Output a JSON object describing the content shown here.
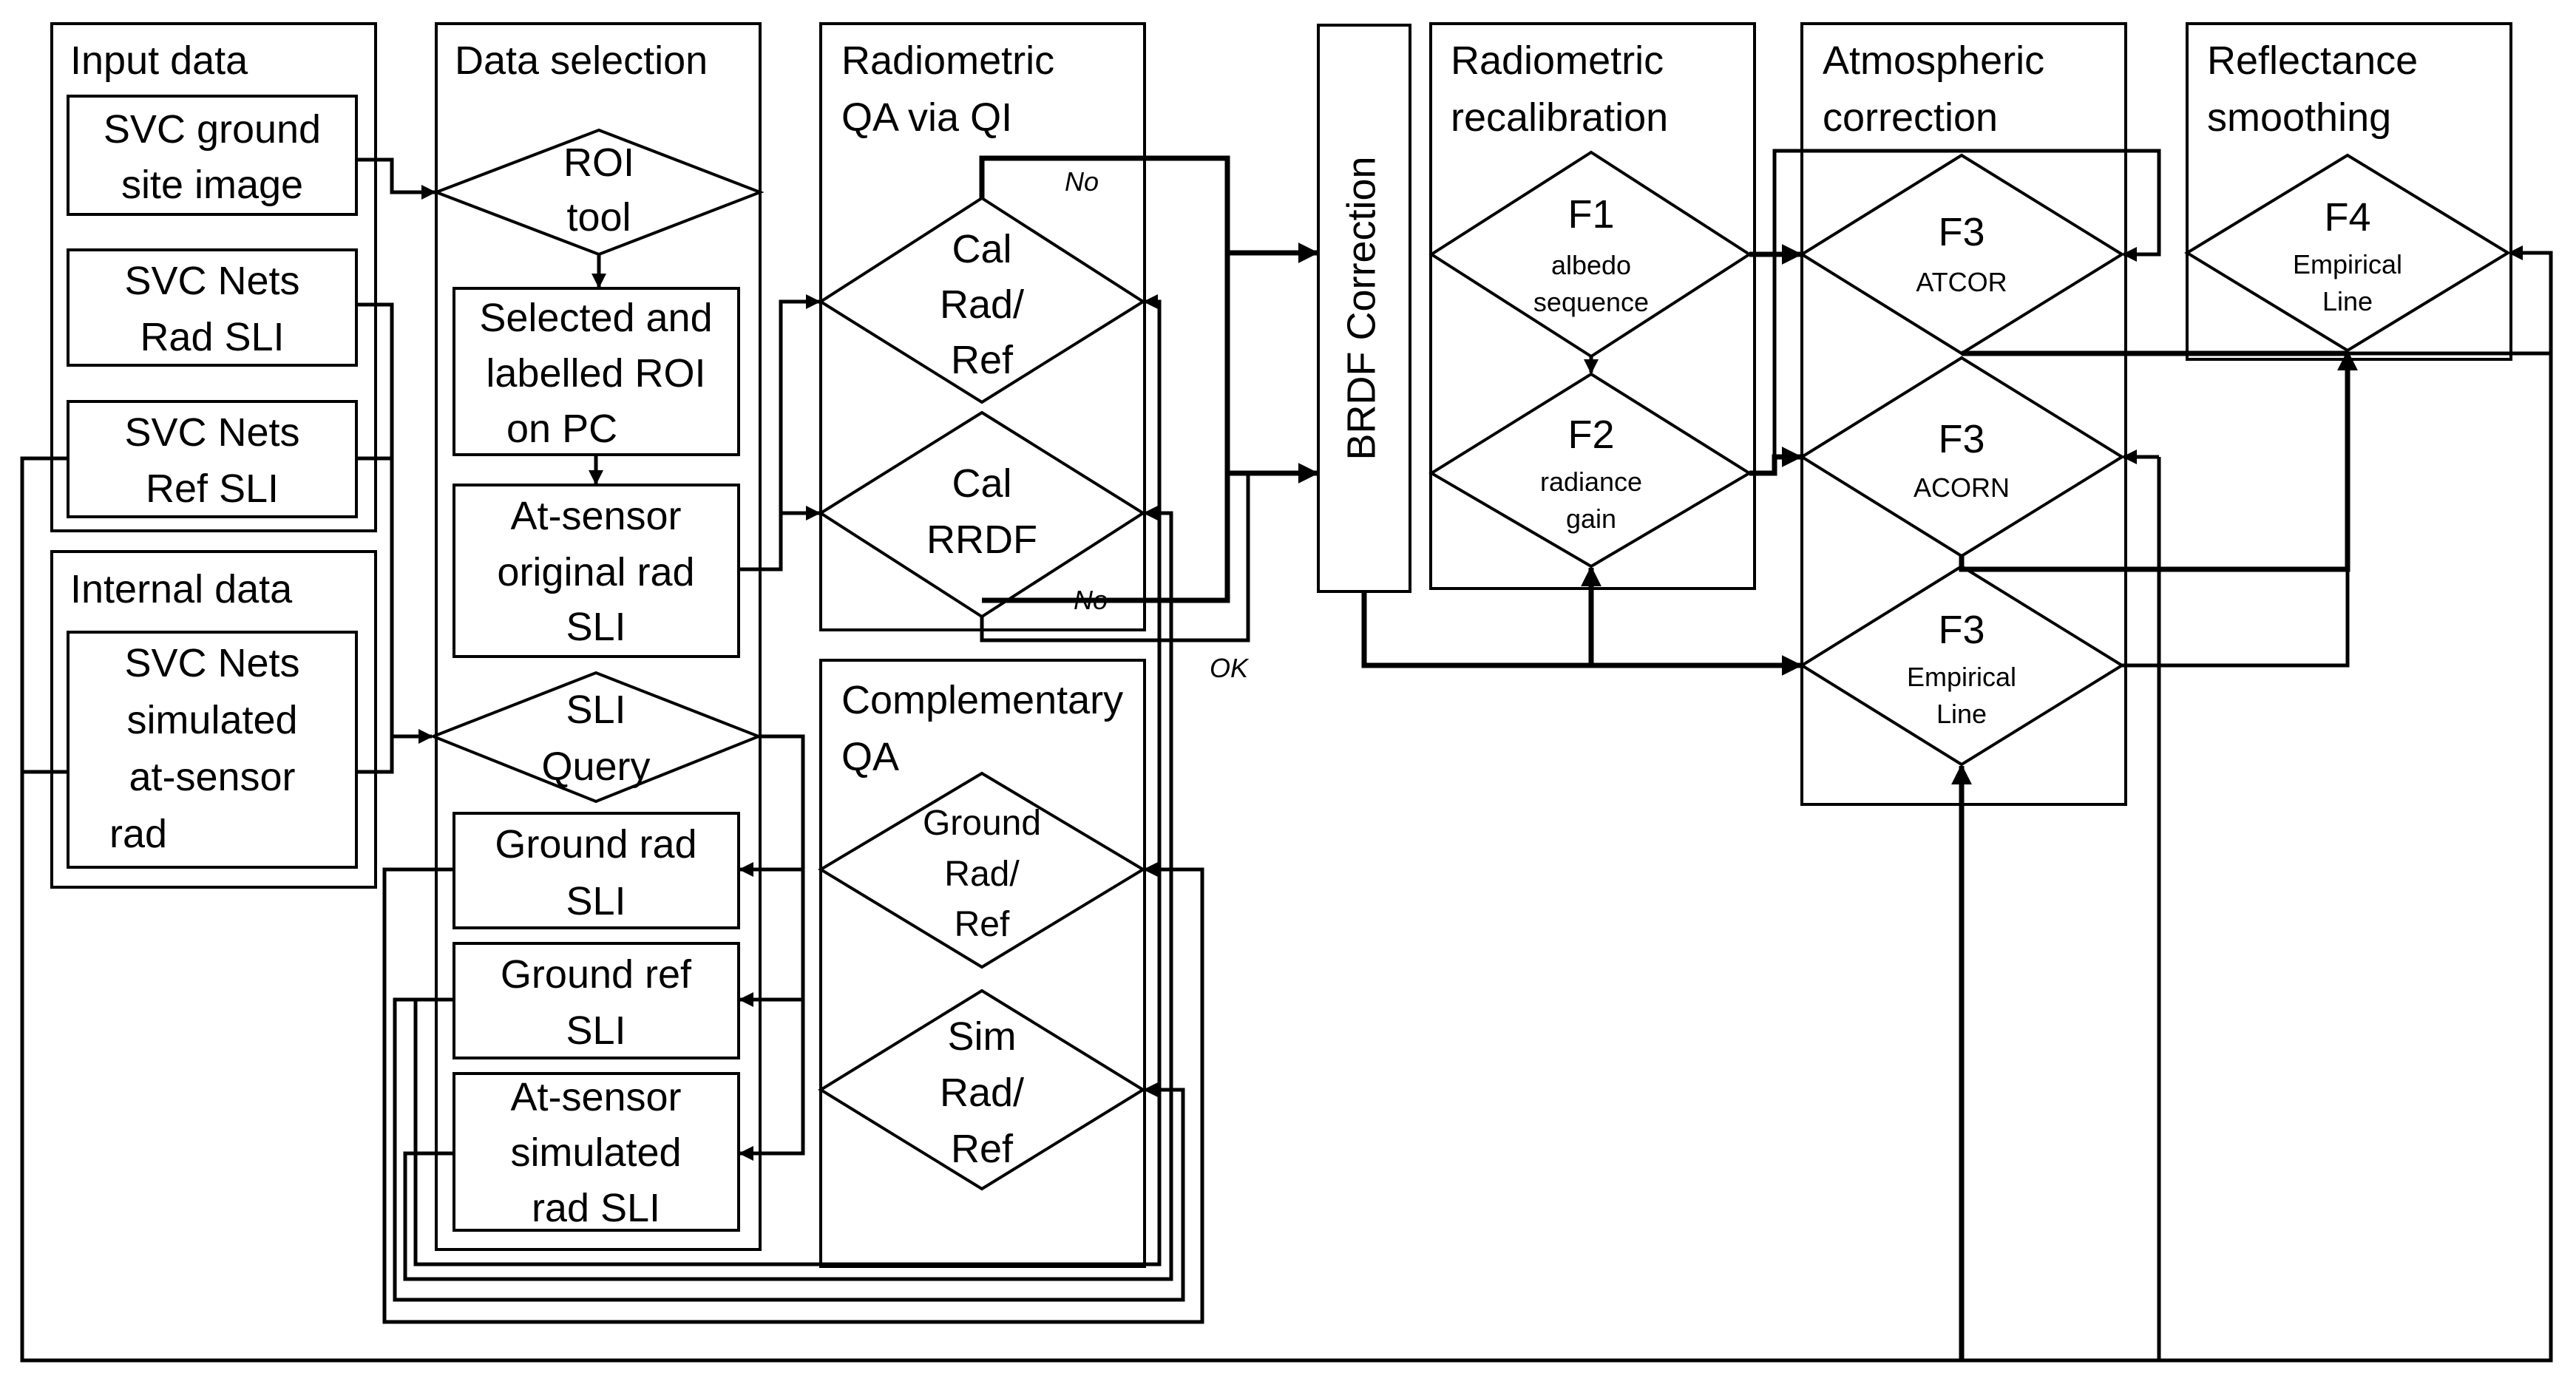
{
  "panels": {
    "input": "Input data",
    "internal": "Internal data",
    "data_selection": "Data selection",
    "radiometric_qa": [
      "Radiometric",
      "QA via QI"
    ],
    "complementary_qa": [
      "Complementary",
      "QA"
    ],
    "brdf": "BRDF Correction",
    "recalibration": [
      "Radiometric",
      "recalibration"
    ],
    "atmospheric": [
      "Atmospheric",
      "correction"
    ],
    "reflectance": [
      "Reflectance",
      "smoothing"
    ]
  },
  "boxes": {
    "svc_ground": [
      "SVC ground",
      "site image"
    ],
    "svc_rad_sli": [
      "SVC Nets",
      "Rad SLI"
    ],
    "svc_ref_sli": [
      "SVC Nets",
      "Ref SLI"
    ],
    "svc_sim": [
      "SVC Nets",
      "simulated",
      "at-sensor",
      "rad"
    ],
    "selected_roi": [
      "Selected and",
      "labelled ROI",
      "on PC"
    ],
    "at_sensor_orig": [
      "At-sensor",
      "original rad",
      "SLI"
    ],
    "ground_rad": [
      "Ground rad",
      "SLI"
    ],
    "ground_ref": [
      "Ground ref",
      "SLI"
    ],
    "at_sensor_sim": [
      "At-sensor",
      "simulated",
      "rad SLI"
    ]
  },
  "decisions": {
    "roi_tool": [
      "ROI",
      "tool"
    ],
    "sli_query": [
      "SLI",
      "Query"
    ],
    "cal_rad_ref": [
      "Cal",
      "Rad/",
      "Ref"
    ],
    "cal_rrdf": [
      "Cal",
      "RRDF"
    ],
    "ground_rad_ref": [
      "Ground",
      "Rad/",
      "Ref"
    ],
    "sim_rad_ref": [
      "Sim",
      "Rad/",
      "Ref"
    ],
    "f1": {
      "title": "F1",
      "sub": [
        "albedo",
        "sequence"
      ]
    },
    "f2": {
      "title": "F2",
      "sub": [
        "radiance",
        "gain"
      ]
    },
    "f3_atcor": {
      "title": "F3",
      "sub": [
        "ATCOR"
      ]
    },
    "f3_acorn": {
      "title": "F3",
      "sub": [
        "ACORN"
      ]
    },
    "f3_el": {
      "title": "F3",
      "sub": [
        "Empirical",
        "Line"
      ]
    },
    "f4": {
      "title": "F4",
      "sub": [
        "Empirical",
        "Line"
      ]
    }
  },
  "labels": {
    "no_top": "No",
    "no_bottom": "No",
    "ok": "OK"
  }
}
